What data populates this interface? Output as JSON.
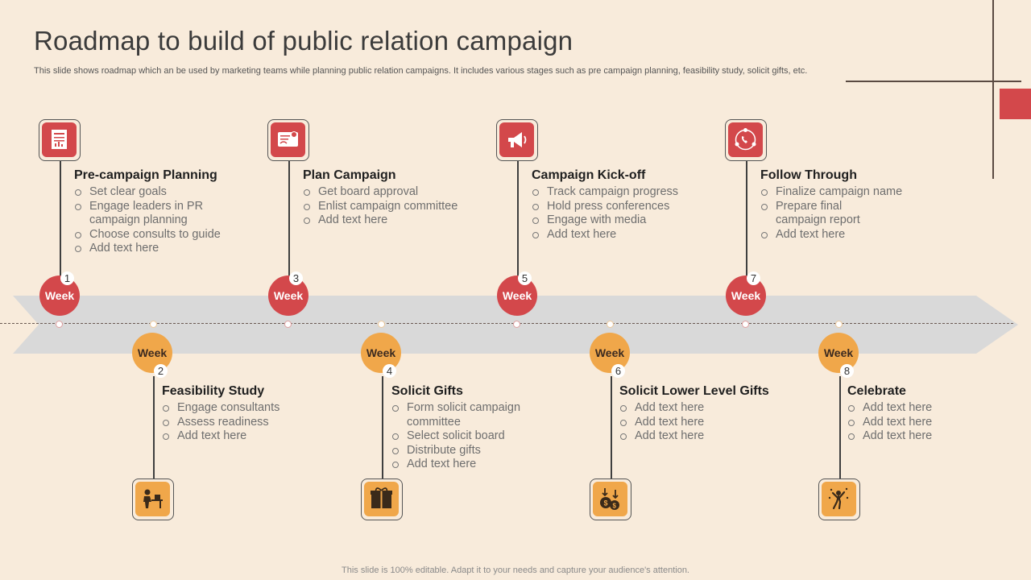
{
  "title": "Roadmap to build of public relation campaign",
  "subtitle": "This slide shows roadmap which an be used by marketing teams while planning public relation campaigns. It includes various stages such as pre campaign planning, feasibility study, solicit gifts, etc.",
  "week_label": "Week",
  "colors": {
    "accent_red": "#d3484b",
    "accent_yellow": "#f0a74a",
    "background": "#f8ebdb",
    "band": "#d9d9d9"
  },
  "stages": [
    {
      "num": "1",
      "title": "Pre-campaign Planning",
      "icon": "report-document-icon",
      "items": [
        "Set clear goals",
        "Engage leaders in PR campaign planning",
        "Choose consults to guide",
        "Add text here"
      ]
    },
    {
      "num": "2",
      "title": "Feasibility  Study",
      "icon": "person-at-desk-icon",
      "items": [
        "Engage consultants",
        "Assess readiness",
        "Add text here"
      ]
    },
    {
      "num": "3",
      "title": "Plan Campaign",
      "icon": "certificate-icon",
      "items": [
        "Get board approval",
        "Enlist campaign committee",
        "Add text here"
      ]
    },
    {
      "num": "4",
      "title": "Solicit Gifts",
      "icon": "gift-box-icon",
      "items": [
        "Form solicit campaign committee",
        "Select solicit board",
        "Distribute gifts",
        "Add text here"
      ]
    },
    {
      "num": "5",
      "title": "Campaign Kick-off",
      "icon": "megaphone-icon",
      "items": [
        "Track campaign progress",
        "Hold press conferences",
        "Engage with media",
        "Add text here"
      ]
    },
    {
      "num": "6",
      "title": "Solicit Lower Level Gifts",
      "icon": "money-bags-icon",
      "items": [
        "Add text here",
        "Add text here",
        "Add text here"
      ]
    },
    {
      "num": "7",
      "title": "Follow Through",
      "icon": "phone-network-icon",
      "items": [
        "Finalize campaign name",
        "Prepare final campaign report",
        "Add text here"
      ]
    },
    {
      "num": "8",
      "title": "Celebrate",
      "icon": "celebration-icon",
      "items": [
        "Add text here",
        "Add text here",
        "Add text here"
      ]
    }
  ],
  "footer": "This slide is 100% editable. Adapt it to your needs and capture your audience's attention."
}
